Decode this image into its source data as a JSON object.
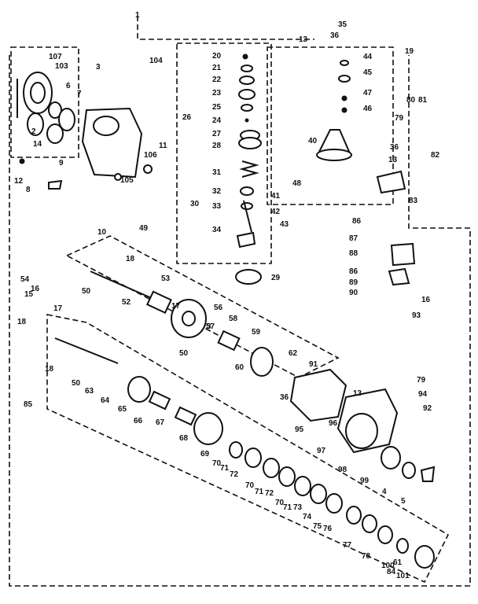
{
  "labels": [
    "1",
    "35",
    "36",
    "13",
    "104",
    "19",
    "107",
    "103",
    "3",
    "6",
    "7",
    "2",
    "14",
    "12",
    "8",
    "9",
    "11",
    "106",
    "105",
    "20",
    "21",
    "22",
    "23",
    "25",
    "24",
    "26",
    "27",
    "28",
    "31",
    "30",
    "32",
    "33",
    "41",
    "42",
    "43",
    "34",
    "29",
    "40",
    "44",
    "45",
    "47",
    "46",
    "48",
    "79",
    "80",
    "81",
    "82",
    "36",
    "13",
    "83",
    "10",
    "49",
    "18",
    "50",
    "52",
    "53",
    "54",
    "15",
    "16",
    "17",
    "18",
    "17",
    "56",
    "57",
    "58",
    "59",
    "60",
    "3",
    "50",
    "62",
    "18",
    "50",
    "63",
    "64",
    "65",
    "66",
    "67",
    "68",
    "69",
    "70",
    "71",
    "72",
    "70",
    "71",
    "72",
    "70",
    "71",
    "73",
    "74",
    "75",
    "76",
    "77",
    "78",
    "100",
    "101",
    "61",
    "84",
    "85",
    "86",
    "87",
    "88",
    "86",
    "89",
    "90",
    "16",
    "93",
    "91",
    "36",
    "13",
    "79",
    "94",
    "92",
    "95",
    "96",
    "97",
    "98",
    "99",
    "4",
    "5"
  ]
}
